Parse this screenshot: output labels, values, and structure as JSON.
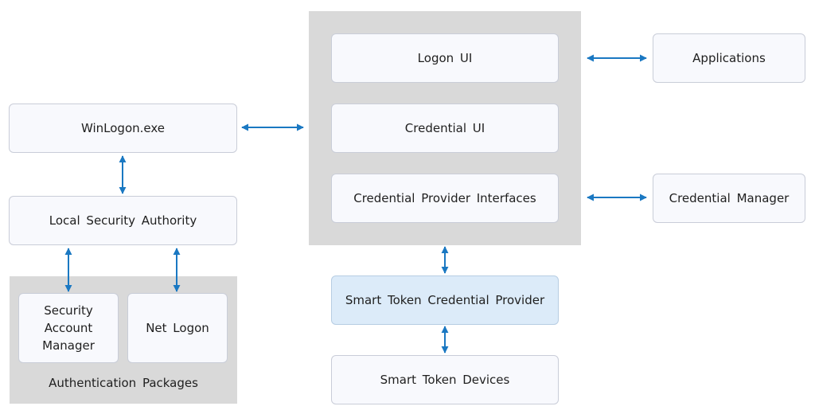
{
  "diagram": {
    "nodes": {
      "winlogon": "WinLogon.exe",
      "lsa": "Local Security Authority",
      "sam": [
        "Security",
        "Account",
        "Manager"
      ],
      "netlogon": "Net Logon",
      "auth_packages": "Authentication Packages",
      "logon_ui": "Logon UI",
      "credential_ui": "Credential UI",
      "cred_provider_interfaces": "Credential Provider Interfaces",
      "smart_token_provider": "Smart Token Credential Provider",
      "smart_token_devices": "Smart Token Devices",
      "applications": "Applications",
      "credential_manager": "Credential Manager"
    },
    "edges": [
      {
        "from": "winlogon",
        "to": "ui_group",
        "direction": "both"
      },
      {
        "from": "winlogon",
        "to": "lsa",
        "direction": "both"
      },
      {
        "from": "lsa",
        "to": "sam",
        "direction": "both"
      },
      {
        "from": "lsa",
        "to": "netlogon",
        "direction": "both"
      },
      {
        "from": "logon_ui",
        "to": "applications",
        "direction": "both"
      },
      {
        "from": "cred_provider_interfaces",
        "to": "credential_manager",
        "direction": "both"
      },
      {
        "from": "ui_group",
        "to": "smart_token_provider",
        "direction": "both"
      },
      {
        "from": "smart_token_provider",
        "to": "smart_token_devices",
        "direction": "both"
      }
    ],
    "colors": {
      "arrow": "#1a78c2",
      "group_bg": "#d9d9d9",
      "box_bg": "#f8f9fd",
      "highlight_bg": "#dcebf9"
    }
  }
}
